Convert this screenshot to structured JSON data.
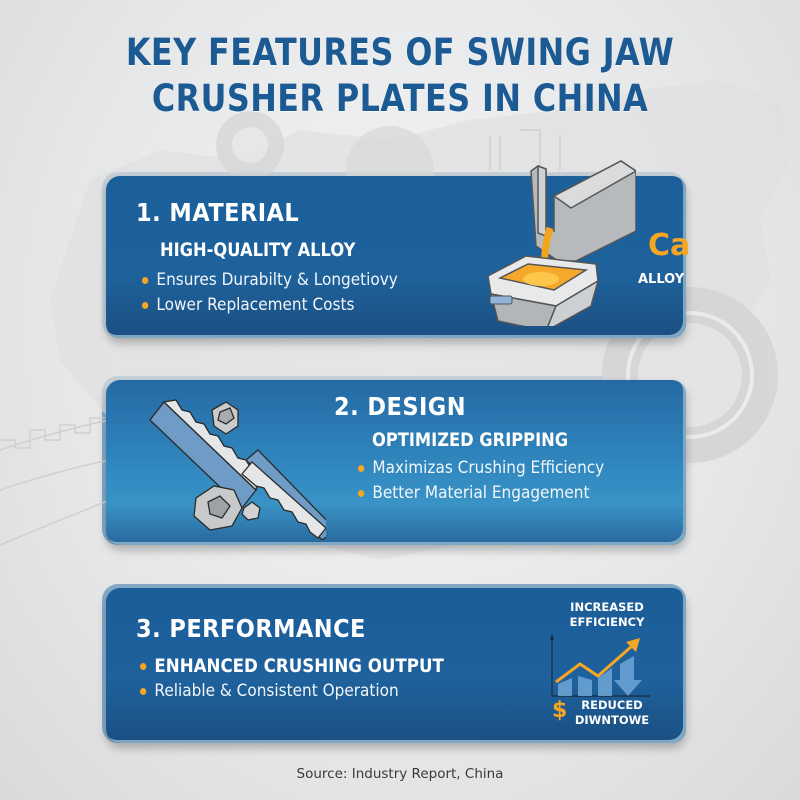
{
  "title": {
    "line1": "KEY FEATURES OF SWING JAW",
    "line2": "CRUSHER PLATES IN CHINA"
  },
  "colors": {
    "title": "#1c5a93",
    "card_dark": "#1e629c",
    "card_light": "#3189c0",
    "bullet": "#f5a623",
    "accent_orange": "#f5a623",
    "background": "#e8e9ea"
  },
  "cards": [
    {
      "heading": "1. MATERIAL",
      "subheading": "HIGH-QUALITY ALLOY",
      "bullets": [
        "Ensures Durabilty & Longetiovy",
        "Lower Replacement Costs"
      ],
      "illustration": {
        "name": "molten-alloy-pour-icon",
        "element_symbol": "Ca",
        "label": "ALLOY"
      }
    },
    {
      "heading": "2. DESIGN",
      "subheading": "OPTIMIZED GRIPPING",
      "bullets": [
        "Maximizas Crushing Efficiency",
        "Better Material Engagement"
      ],
      "illustration": {
        "name": "jaw-plates-crushing-rocks-icon"
      }
    },
    {
      "heading": "3. PERFORMANCE",
      "bullets": [
        "ENHANCED CRUSHING OUTPUT",
        "Reliable & Consistent Operation"
      ],
      "illustration": {
        "name": "efficiency-chart-icon",
        "top_label_1": "INCREASED",
        "top_label_2": "EFFICIENCY",
        "bottom_label_1": "REDUCED",
        "bottom_label_2": "DIWNTOWE",
        "currency_symbol": "$"
      }
    }
  ],
  "footer": {
    "source": "Source: Industry Report, China"
  }
}
